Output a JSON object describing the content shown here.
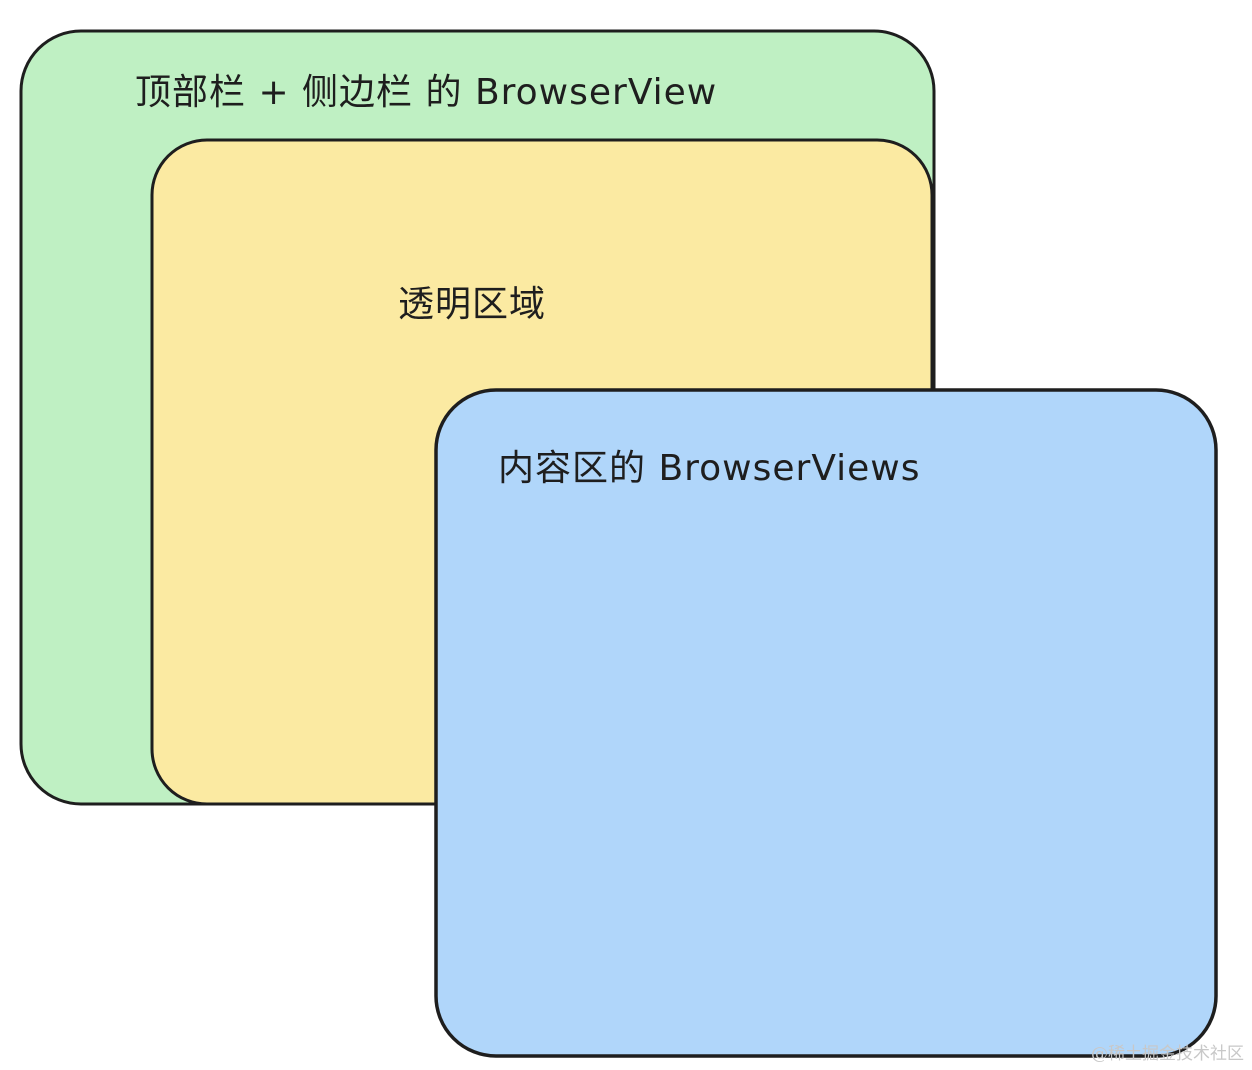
{
  "diagram": {
    "boxes": [
      {
        "id": "outer",
        "label": "顶部栏 + 侧边栏 的 BrowserView",
        "fill": "#b2f2bb"
      },
      {
        "id": "middle",
        "label": "透明区域",
        "fill": "#ffec99"
      },
      {
        "id": "content",
        "label": "内容区的 BrowserViews",
        "fill": "#a5d8ff"
      }
    ],
    "stroke": "#1e1e1e"
  },
  "watermark": "@稀土掘金技术社区"
}
